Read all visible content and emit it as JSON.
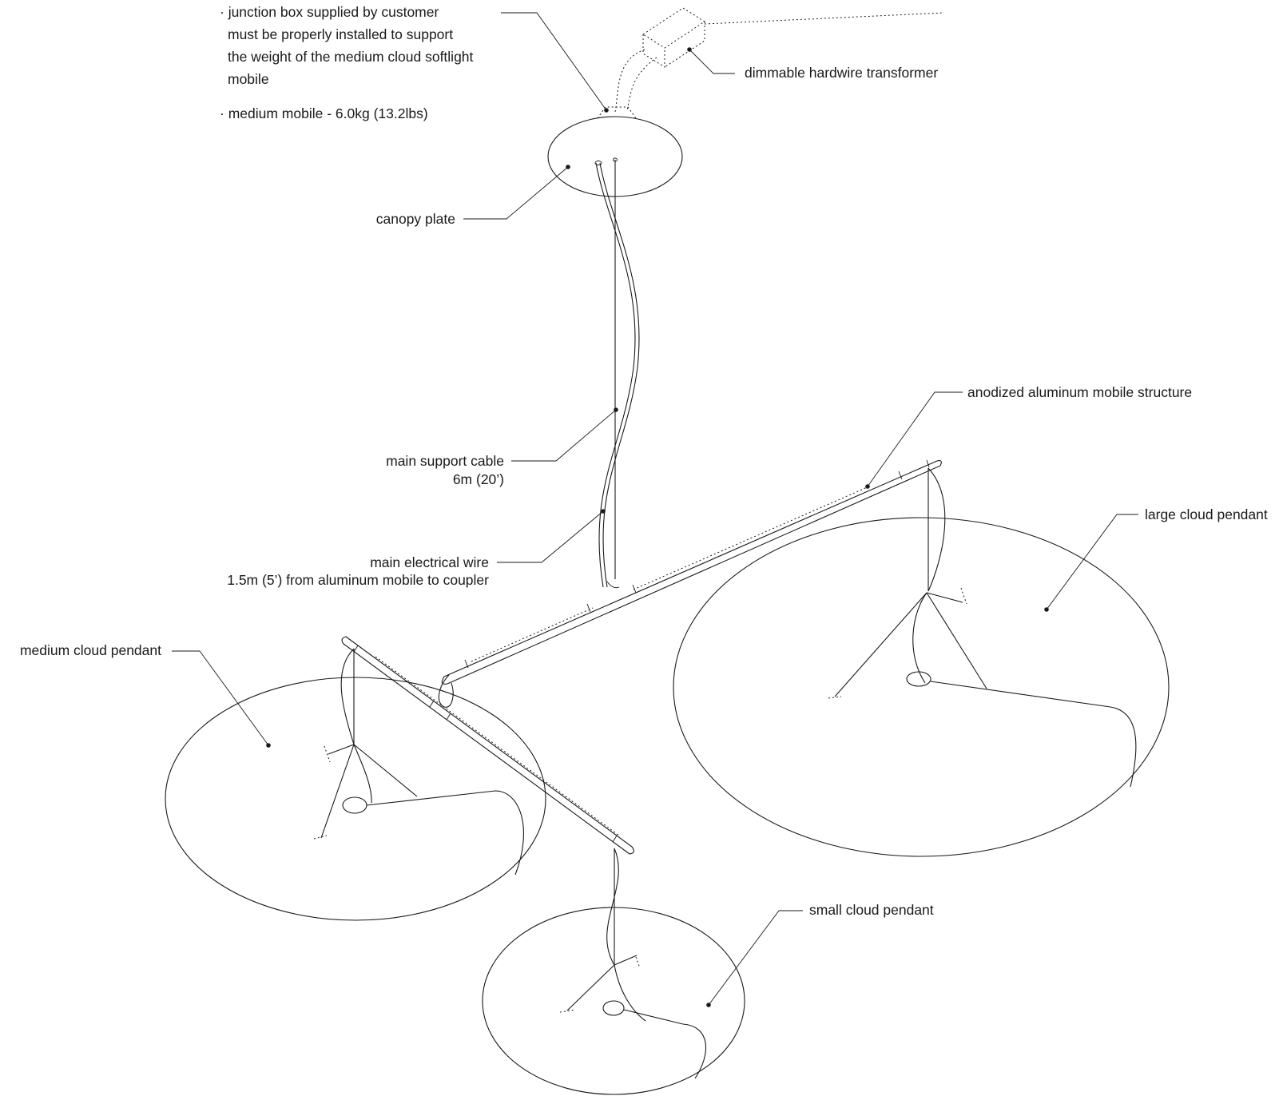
{
  "diagram": {
    "colors": {
      "ink": "#1a1a1a",
      "background": "#ffffff"
    },
    "notes": {
      "junction_box": [
        "· junction box supplied by customer",
        "must be properly installed to support",
        "the weight of the medium cloud softlight",
        "mobile"
      ],
      "weight": "· medium mobile - 6.0kg (13.2lbs)"
    },
    "labels": {
      "transformer": "dimmable hardwire transformer",
      "canopy": "canopy plate",
      "support_cable": [
        "main support cable",
        "6m (20’)"
      ],
      "electrical_wire": [
        "main electrical wire",
        "1.5m (5’) from aluminum mobile to coupler"
      ],
      "structure": "anodized aluminum mobile structure",
      "large_pendant": "large cloud pendant",
      "medium_pendant": "medium cloud pendant",
      "small_pendant": "small cloud pendant"
    }
  }
}
